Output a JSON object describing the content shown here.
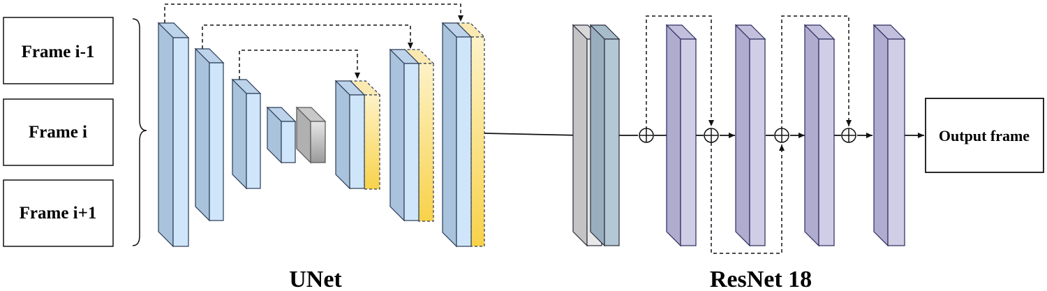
{
  "inputs": {
    "frames": [
      "Frame i-1",
      "Frame i",
      "Frame i+1"
    ]
  },
  "sections": {
    "unet_label": "UNet",
    "resnet_label": "ResNet 18"
  },
  "output": {
    "label": "Output frame"
  },
  "colors": {
    "encoder_front": "#cfe6fa",
    "encoder_side": "#a9c3dd",
    "encoder_top": "#bcd3ea",
    "skip_concat_front": "#fbe39a",
    "bottleneck_front": "#d0d0d0",
    "resnet_stem_front": "#e6e6e6",
    "resnet_stem2_front": "#b3c7d4",
    "resnet_block_front": "#d0cde6",
    "resnet_block_side": "#b0acd0",
    "stroke": "#2a2a4a"
  }
}
